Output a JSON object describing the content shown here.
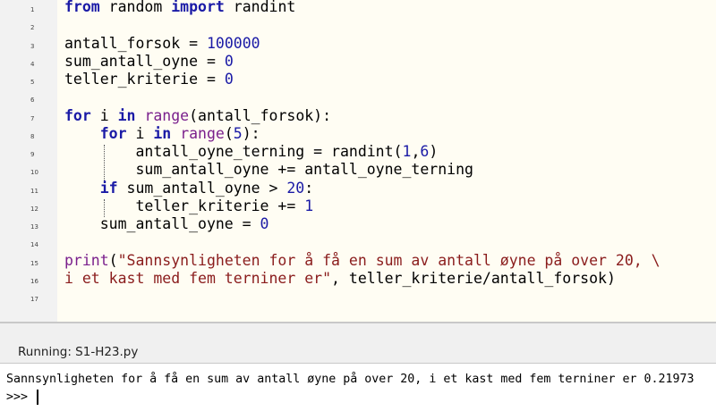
{
  "editor": {
    "line_numbers": [
      "1",
      "2",
      "3",
      "4",
      "5",
      "6",
      "7",
      "8",
      "9",
      "10",
      "11",
      "12",
      "13",
      "14",
      "15",
      "16",
      "17"
    ],
    "lines": [
      [
        {
          "t": "from",
          "c": "kw"
        },
        {
          "t": " random ",
          "c": ""
        },
        {
          "t": "import",
          "c": "kw"
        },
        {
          "t": " randint",
          "c": ""
        }
      ],
      [],
      [
        {
          "t": "antall_forsok = ",
          "c": ""
        },
        {
          "t": "100000",
          "c": "num"
        }
      ],
      [
        {
          "t": "sum_antall_oyne = ",
          "c": ""
        },
        {
          "t": "0",
          "c": "num"
        }
      ],
      [
        {
          "t": "teller_kriterie = ",
          "c": ""
        },
        {
          "t": "0",
          "c": "num"
        }
      ],
      [],
      [
        {
          "t": "for",
          "c": "kw"
        },
        {
          "t": " i ",
          "c": ""
        },
        {
          "t": "in",
          "c": "kw"
        },
        {
          "t": " ",
          "c": ""
        },
        {
          "t": "range",
          "c": "bi"
        },
        {
          "t": "(antall_forsok):",
          "c": ""
        }
      ],
      [
        {
          "t": "    ",
          "c": ""
        },
        {
          "t": "for",
          "c": "kw"
        },
        {
          "t": " i ",
          "c": ""
        },
        {
          "t": "in",
          "c": "kw"
        },
        {
          "t": " ",
          "c": ""
        },
        {
          "t": "range",
          "c": "bi"
        },
        {
          "t": "(",
          "c": ""
        },
        {
          "t": "5",
          "c": "num"
        },
        {
          "t": "):",
          "c": ""
        }
      ],
      [
        {
          "t": "        antall_oyne_terning = randint(",
          "c": ""
        },
        {
          "t": "1",
          "c": "num"
        },
        {
          "t": ",",
          "c": ""
        },
        {
          "t": "6",
          "c": "num"
        },
        {
          "t": ")",
          "c": ""
        }
      ],
      [
        {
          "t": "        sum_antall_oyne += antall_oyne_terning",
          "c": ""
        }
      ],
      [
        {
          "t": "    ",
          "c": ""
        },
        {
          "t": "if",
          "c": "kw"
        },
        {
          "t": " sum_antall_oyne > ",
          "c": ""
        },
        {
          "t": "20",
          "c": "num"
        },
        {
          "t": ":",
          "c": ""
        }
      ],
      [
        {
          "t": "        teller_kriterie += ",
          "c": ""
        },
        {
          "t": "1",
          "c": "num"
        }
      ],
      [
        {
          "t": "    sum_antall_oyne = ",
          "c": ""
        },
        {
          "t": "0",
          "c": "num"
        }
      ],
      [],
      [
        {
          "t": "print",
          "c": "bi"
        },
        {
          "t": "(",
          "c": ""
        },
        {
          "t": "\"Sannsynligheten for å få en sum av antall øyne på over 20, \\",
          "c": "str"
        }
      ],
      [
        {
          "t": "i et kast med fem terniner er\"",
          "c": "str"
        },
        {
          "t": ", teller_kriterie/antall_forsok)",
          "c": ""
        }
      ],
      []
    ]
  },
  "shell": {
    "tab_label": "Running: S1-H23.py",
    "output": "Sannsynligheten for å få en sum av antall øyne på over 20, i et kast med fem terniner er 0.21973",
    "prompt": ">>> "
  }
}
